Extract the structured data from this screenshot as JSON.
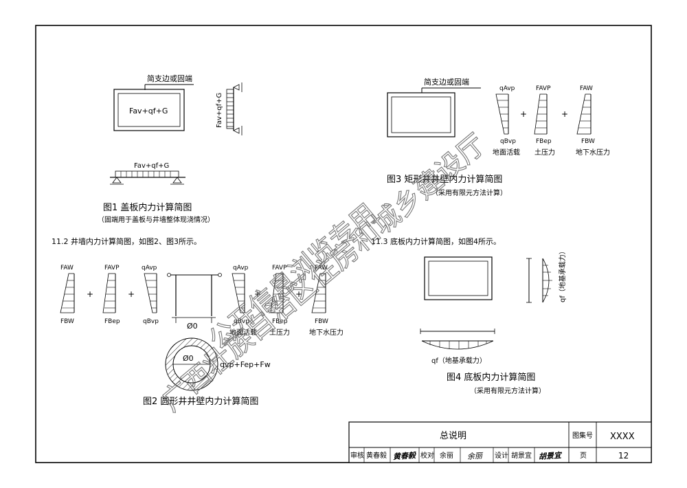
{
  "watermark": {
    "line1": "广西壮族自治区住房和城乡建设厅",
    "line2": "公开信息浏览专用"
  },
  "fig1": {
    "support_label": "简支边或固端",
    "plate_formula": "Fav+qf+G",
    "side_formula": "Fav+qf+G",
    "beam_formula": "Fav+qf+G",
    "caption": "图1   盖板内力计算简图",
    "note": "（固端用于盖板与井墙整体现浇情况）"
  },
  "fig3": {
    "support_label": "简支边或固端",
    "load1_top": "qAvp",
    "load1_bottom": "qBvp",
    "load1_name": "地面活载",
    "load2_top": "FAVP",
    "load2_bottom": "FBep",
    "load2_name": "土压力",
    "load3_top": "FAW",
    "load3_bottom": "FBW",
    "load3_name": "地下水压力",
    "plus": "+",
    "caption": "图3   矩形井井壁内力计算简图",
    "note": "（采用有限元方法计算）"
  },
  "section_11_2": "11.2  井墙内力计算简图，如图2、图3所示。",
  "section_11_3": "11.3  底板内力计算简图，如图4所示。",
  "fig2": {
    "left_load1_top": "FAW",
    "left_load1_bottom": "FBW",
    "left_load2_top": "FAVP",
    "left_load2_bottom": "FBep",
    "left_load3_top": "qAvp",
    "left_load3_bottom": "qBvp",
    "diameter": "Ø0",
    "right_load1_top": "qAvp",
    "right_load1_bottom": "qBvp",
    "right_load1_name": "地面活载",
    "right_load2_top": "FAVP",
    "right_load2_bottom": "FBep",
    "right_load2_name": "土压力",
    "right_load3_top": "FAW",
    "right_load3_bottom": "FBW",
    "right_load3_name": "地下水压力",
    "ring_diameter": "Ø0",
    "ring_formula": "qvp+Fep+Fw",
    "plus": "+",
    "caption": "图2   圆形井井壁内力计算简图"
  },
  "fig4": {
    "side_label": "qf（地基承载力）",
    "bottom_label": "qf（地基承载力）",
    "caption": "图4   底板内力计算简图",
    "note": "（采用有限元方法计算）"
  },
  "title_block": {
    "title": "总说明",
    "atlas_no_label": "图集号",
    "atlas_no": "XXXX",
    "review_label": "审核",
    "reviewer": "黄春毅",
    "reviewer_sign": "黄春毅",
    "check_label": "校对",
    "checker": "余丽",
    "checker_sign": "余丽",
    "design_label": "设计",
    "designer": "胡景宜",
    "designer_sign": "胡景宜",
    "page_label": "页",
    "page_no": "12"
  }
}
